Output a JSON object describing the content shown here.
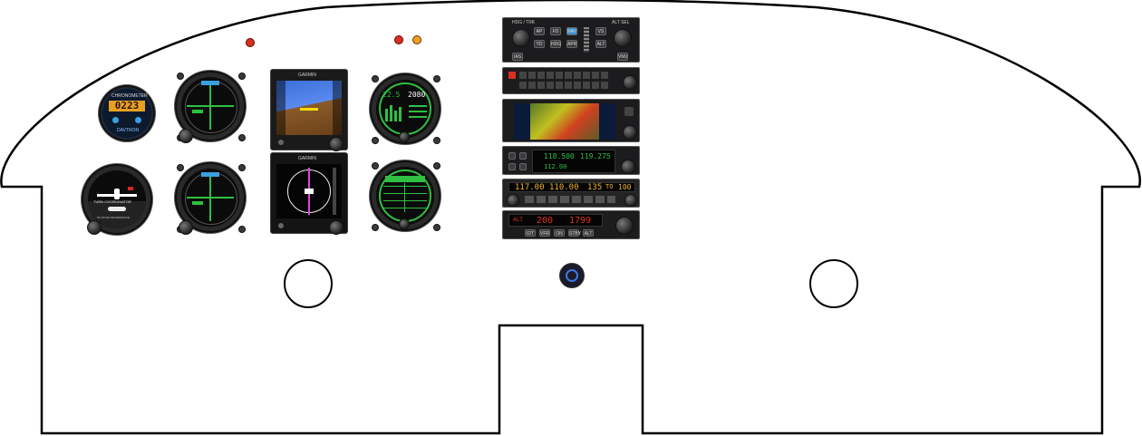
{
  "panel": {
    "outline_color": "#000000",
    "background": "#ffffff"
  },
  "warning_lights": [
    {
      "name": "left-warning-light",
      "color": "#e03020"
    },
    {
      "name": "center-warning-light-red",
      "color": "#e03020"
    },
    {
      "name": "center-warning-light-amber",
      "color": "#f0a020"
    }
  ],
  "chronometer": {
    "brand": "CHRONOMETER",
    "display": "0223",
    "maker": "DAVTRON"
  },
  "attitude_indicator": {
    "label": "TURN COORDINATOR",
    "sub_label": "NO PITCH INFORMATION"
  },
  "efd_top": {
    "brand": "GARMIN"
  },
  "efd_bottom": {
    "brand": "GARMIN"
  },
  "engine_top": {
    "rpm": "2080",
    "left_value": "22.5"
  },
  "autopilot": {
    "left_label": "HDG / TRK",
    "right_label": "ALT SEL",
    "buttons": [
      "AP",
      "YD",
      "FD",
      "HDG",
      "NAV",
      "APR",
      "VS",
      "ALT",
      "IAS",
      "VNV"
    ]
  },
  "nav_com_top": {
    "active": "118.500",
    "standby": "119.275",
    "nav_active": "112.00"
  },
  "nav_com_bottom": {
    "com": "117.00",
    "nav": "110.00",
    "bearing": "135",
    "to": "TO",
    "dme": "100"
  },
  "transponder": {
    "mode": "ALT",
    "code_left": "200",
    "code_right": "1799",
    "buttons": [
      "IDT",
      "VFR",
      "ON",
      "STBY",
      "ALT"
    ]
  }
}
